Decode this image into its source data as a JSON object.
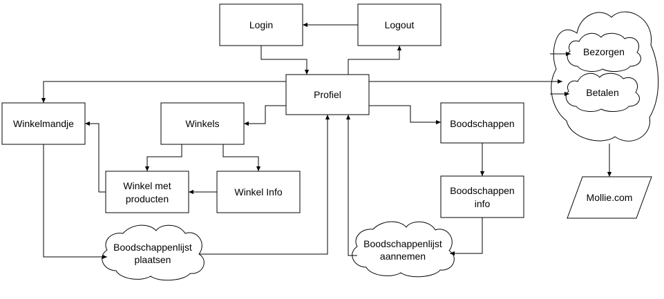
{
  "nodes": {
    "login": "Login",
    "logout": "Logout",
    "profiel": "Profiel",
    "winkelmandje": "Winkelmandje",
    "winkels": "Winkels",
    "boodschappen": "Boodschappen",
    "winkel_met_producten": [
      "Winkel met",
      "producten"
    ],
    "winkel_info": "Winkel Info",
    "boodschappen_info": [
      "Boodschappen",
      "info"
    ],
    "boodschappenlijst_plaatsen": [
      "Boodschappenlijst",
      "plaatsen"
    ],
    "boodschappenlijst_aannemen": [
      "Boodschappenlijst",
      "aannemen"
    ],
    "bezorgen": "Bezorgen",
    "betalen": "Betalen",
    "mollie": "Mollie.com"
  }
}
